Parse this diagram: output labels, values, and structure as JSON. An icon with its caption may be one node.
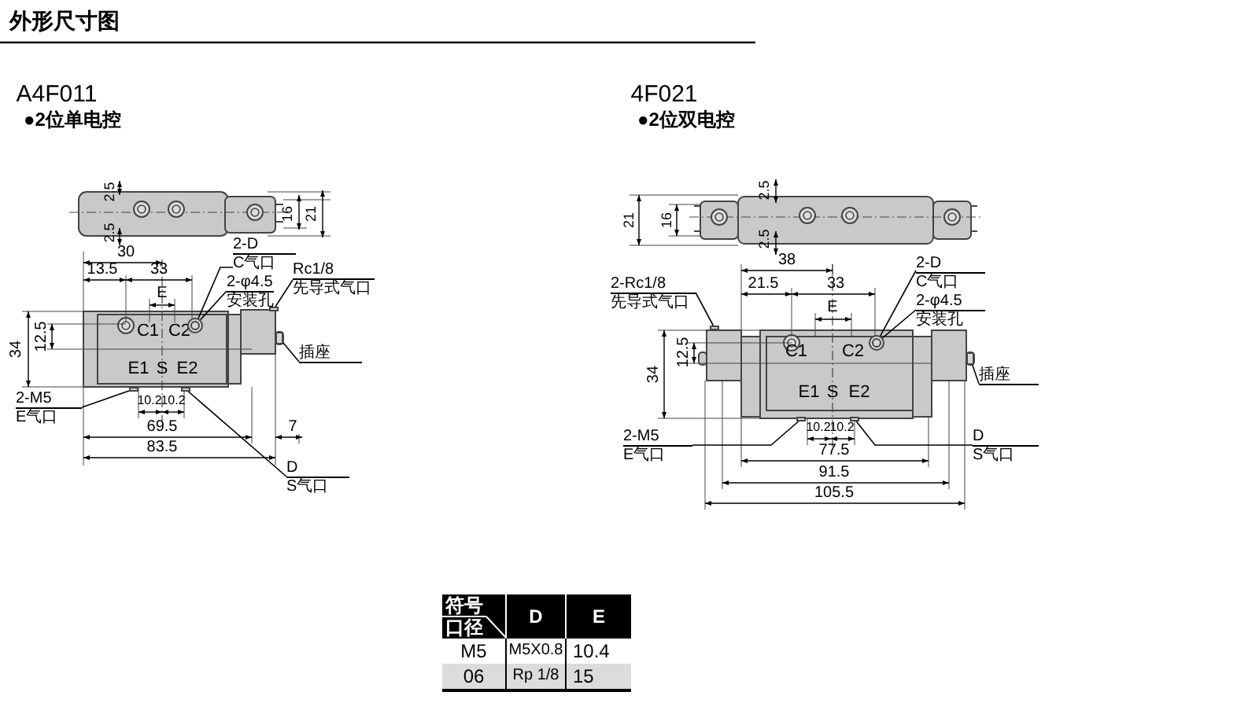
{
  "diagram": {
    "title": "外形尺寸图",
    "nodes": [
      {
        "text": [
          "2-D",
          "C气口"
        ]
      },
      {
        "text": [
          "2-φ4.5",
          "安装孔"
        ]
      },
      {
        "text": [
          "Rc1/8",
          "先导式气口"
        ]
      },
      {
        "text": [
          "插座"
        ]
      },
      {
        "text": [
          "2-M5",
          "E气口"
        ]
      },
      {
        "text": [
          "D",
          "S气口"
        ]
      },
      {
        "text": [
          "2-D",
          "C气口"
        ]
      },
      {
        "text": [
          "2-φ4.5",
          "安装孔"
        ]
      },
      {
        "text": [
          "2-Rc1/8",
          "先导式气口"
        ]
      },
      {
        "text": [
          "插座"
        ]
      },
      {
        "text": [
          "2-M5",
          "E气口"
        ]
      },
      {
        "text": [
          "D",
          "S气口"
        ]
      },
      {
        "text": [],
        "shape": "circle"
      },
      {
        "text": [],
        "shape": "box"
      },
      {
        "text": [],
        "shape": "box"
      },
      {
        "text": [],
        "shape": "box"
      },
      {
        "text": [],
        "shape": "box"
      },
      {
        "text": [],
        "shape": "circle"
      },
      {
        "text": [],
        "shape": "box"
      },
      {
        "text": [],
        "shape": "box"
      },
      {
        "text": [],
        "shape": "box"
      },
      {
        "text": [],
        "shape": "box"
      }
    ],
    "edges": [
      {
        "from": 0,
        "to": 12,
        "arrow": "none"
      },
      {
        "from": 1,
        "to": 12,
        "arrow": "none"
      },
      {
        "from": 2,
        "to": 13,
        "arrow": "none"
      },
      {
        "from": 3,
        "to": 14,
        "arrow": "none"
      },
      {
        "from": 4,
        "to": 15,
        "arrow": "none"
      },
      {
        "from": 5,
        "to": 16,
        "arrow": "none"
      },
      {
        "from": 6,
        "to": 17,
        "arrow": "none"
      },
      {
        "from": 7,
        "to": 17,
        "arrow": "none"
      },
      {
        "from": 8,
        "to": 18,
        "arrow": "none"
      },
      {
        "from": 9,
        "to": 19,
        "arrow": "none"
      },
      {
        "from": 10,
        "to": 20,
        "arrow": "none"
      },
      {
        "from": 11,
        "to": 21,
        "arrow": "none"
      }
    ],
    "labels": [
      "A4F011",
      "●2位单电控",
      "4F021",
      "●2位双电控",
      "2.5",
      "2.5",
      "16",
      "21",
      "30",
      "13.5",
      "33",
      "E",
      "12.5",
      "34",
      "C1",
      "C2",
      "E1",
      "S",
      "E2",
      "10.2",
      "10.2",
      "69.5",
      "7",
      "83.5",
      "21",
      "16",
      "2.5",
      "2.5",
      "38",
      "21.5",
      "33",
      "E",
      "12.5",
      "34",
      "C1",
      "C2",
      "E1",
      "S",
      "E2",
      "10.2",
      "10.2",
      "77.5",
      "91.5",
      "105.5",
      "符号",
      "口径",
      "D",
      "E",
      "M5",
      "M5X0.8",
      "10.4",
      "06",
      "Rp 1/8",
      "15"
    ]
  }
}
